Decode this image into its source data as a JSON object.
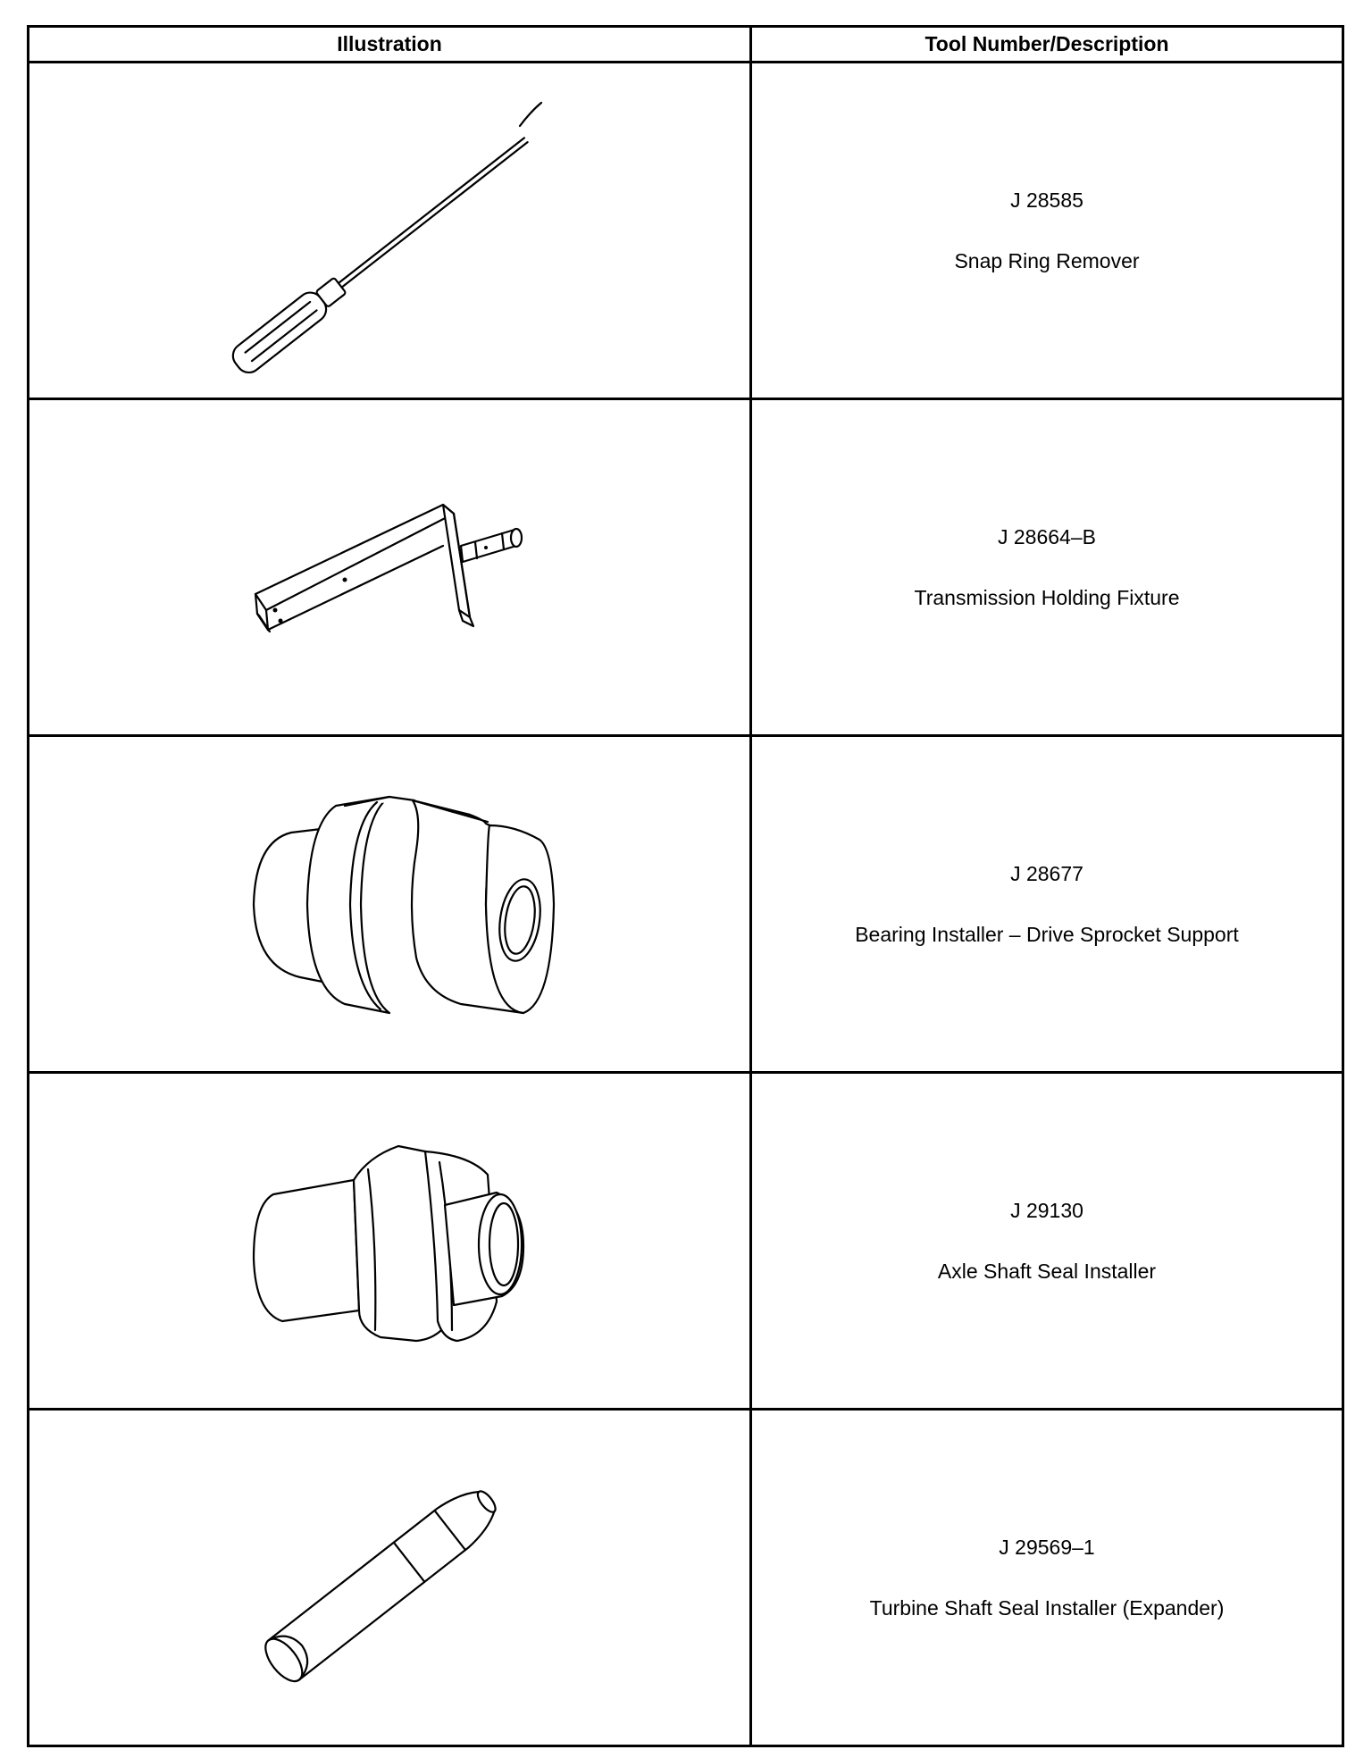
{
  "header": {
    "illustration": "Illustration",
    "tool": "Tool Number/Description"
  },
  "tools": [
    {
      "number": "J 28585",
      "description": "Snap Ring Remover",
      "icon": "snap-ring-remover-icon"
    },
    {
      "number": "J 28664–B",
      "description": "Transmission Holding Fixture",
      "icon": "holding-fixture-icon"
    },
    {
      "number": "J 28677",
      "description": "Bearing Installer – Drive Sprocket Support",
      "icon": "bearing-installer-icon"
    },
    {
      "number": "J 29130",
      "description": "Axle Shaft Seal Installer",
      "icon": "seal-installer-icon"
    },
    {
      "number": "J 29569–1",
      "description": "Turbine Shaft Seal Installer (Expander)",
      "icon": "seal-expander-icon"
    }
  ]
}
